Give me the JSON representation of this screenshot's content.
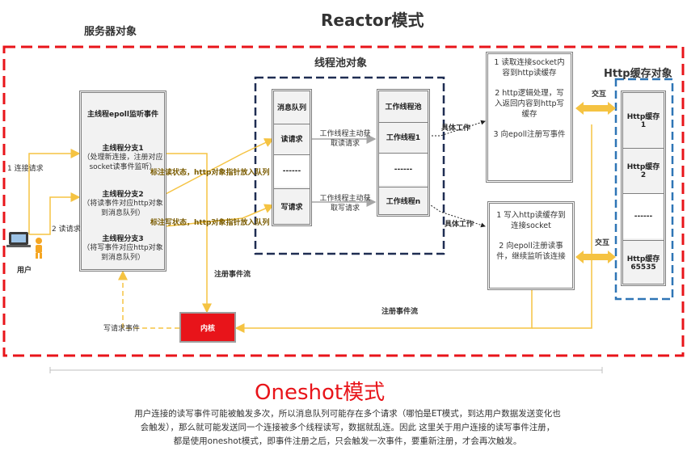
{
  "title": "Reactor模式",
  "server": {
    "title": "服务器对象",
    "main": "主线程epoll监听事件",
    "branch1_title": "主线程分支1",
    "branch1_desc": "（处理新连接，注册对应socket读事件监听）",
    "branch2_title": "主线程分支2",
    "branch2_desc": "（将读事件对应http对象到消息队列）",
    "branch3_title": "主线程分支3",
    "branch3_desc": "（将写事件对应http对象到消息队列）"
  },
  "user": {
    "label": "用户",
    "connect": "1 连接请求",
    "read": "2 读请求",
    "write_event": "写请求事件"
  },
  "kernel": {
    "label": "内核",
    "register_flow_left": "注册事件流",
    "register_flow_bottom": "注册事件流"
  },
  "annotations": {
    "mark_read": "标注读状态，http对象指针放入队列",
    "mark_write": "标注写状态，http对象指针放入队列"
  },
  "pool": {
    "title": "线程池对象",
    "queue_header": "消息队列",
    "queue_read": "读请求",
    "queue_mid": "------",
    "queue_write": "写请求",
    "pool_header": "工作线程池",
    "worker1": "工作线程1",
    "worker_mid": "------",
    "workern": "工作线程n",
    "fetch_read": "工作线程主动获取读请求",
    "fetch_write": "工作线程主动获取写请求",
    "work1": "具体工作",
    "work2": "具体工作"
  },
  "steps": {
    "a1": "1 读取连接socket内容到http读缓存",
    "a2": "2 http逻辑处理，写入返回内容到http写缓存",
    "a3": "3 向epoll注册写事件",
    "b1": "1 写入http读缓存到连接socket",
    "b2": "2 向epoll注册读事件，继续监听该连接"
  },
  "cache": {
    "title": "Http缓存对象",
    "c1": "Http缓存1",
    "c2": "Http缓存2",
    "mid": "------",
    "c3": "Http缓存65535",
    "exchange1": "交互",
    "exchange2": "交互"
  },
  "oneshot": {
    "title": "Oneshot模式",
    "line1": "用户连接的读写事件可能被触发多次，所以消息队列可能存在多个请求（哪怕是ET模式，到达用户数据发送变化也",
    "line2": "会触发），那么就可能发送同一个连接被多个线程读写，数据就乱连。因此 这里关于用户连接的读写事件注册，",
    "line3": "都是使用oneshot模式，即事件注册之后，只会触发一次事件，要重新注册，才会再次触发。"
  },
  "colors": {
    "red": "#e8141a",
    "navy": "#1f2d52",
    "blue": "#2e75b6",
    "yellow": "#f5c342",
    "grey": "#7f7f7f"
  }
}
